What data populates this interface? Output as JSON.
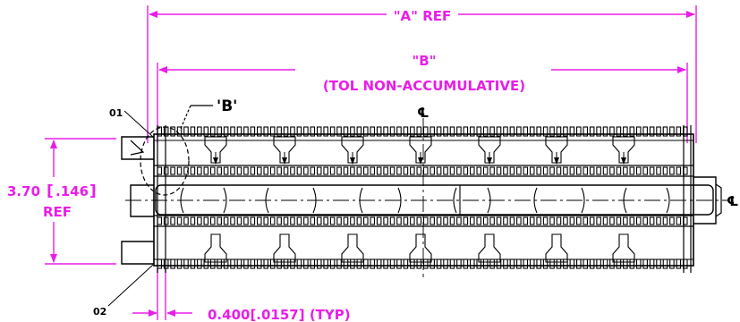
{
  "drawing": {
    "dim_a": "\"A\" REF",
    "dim_b_line1": "\"B\"",
    "dim_b_line2": "(TOL NON-ACCUMULATIVE)",
    "detail_ref": "'B'",
    "centerline_mark": "℄",
    "height_value": "3.70",
    "height_bracket_value": ".146",
    "height_ref": "REF",
    "pitch_dim": "0.400[.0157] (TYP)",
    "pin_01": "01",
    "pin_02": "02"
  },
  "colors": {
    "dimension": "#e81ee8",
    "outline": "#000000"
  },
  "pad_count_per_row": 80
}
